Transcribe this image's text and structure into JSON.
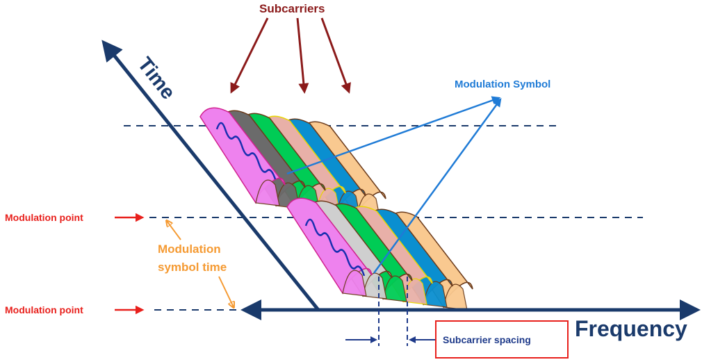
{
  "labels": {
    "subcarriers": "Subcarriers",
    "modulation_symbol": "Modulation Symbol",
    "time": "Time",
    "frequency": "Frequency",
    "modulation_point_1": "Modulation point",
    "modulation_point_2": "Modulation point",
    "modulation_symbol_time_1": "Modulation",
    "modulation_symbol_time_2": "symbol time",
    "subcarrier_spacing": "Subcarrier spacing"
  },
  "colors": {
    "axis": "#1a3a6b",
    "dashed": "#1a3a6b",
    "subcarriers_label": "#8b1a1a",
    "modulation_symbol_label": "#1f7bd6",
    "modulation_point_label": "#e8201c",
    "modulation_time_label": "#f59a32",
    "spacing_box": "#e8201c",
    "spacing_text": "#1e3a8a",
    "subcarrier_fills": [
      "#ee82ee",
      "#6b6b6b",
      "#00cc55",
      "#e8b0a8",
      "#0a8fd0",
      "#f9c990"
    ],
    "subcarrier_fills_row2": [
      "#ee82ee",
      "#cfcfcf",
      "#00cc55",
      "#e8b0a8",
      "#0a8fd0",
      "#f9c990"
    ],
    "sine": "#1a2fb0"
  }
}
